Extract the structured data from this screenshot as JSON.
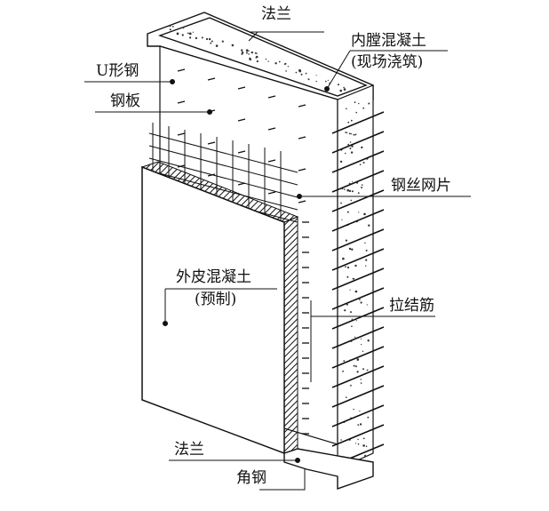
{
  "diagram": {
    "labels": {
      "flange_top": "法兰",
      "inner_concrete_line1": "内膛混凝土",
      "inner_concrete_line2": "(现场浇筑)",
      "u_steel": "U形钢",
      "steel_plate": "钢板",
      "wire_mesh": "钢丝网片",
      "outer_concrete_line1": "外皮混凝土",
      "outer_concrete_line2": "(预制)",
      "tie_bar": "拉结筋",
      "flange_bottom": "法兰",
      "angle_steel": "角钢"
    },
    "colors": {
      "line": "#111111",
      "background": "#ffffff",
      "speckle": "#333333"
    }
  }
}
